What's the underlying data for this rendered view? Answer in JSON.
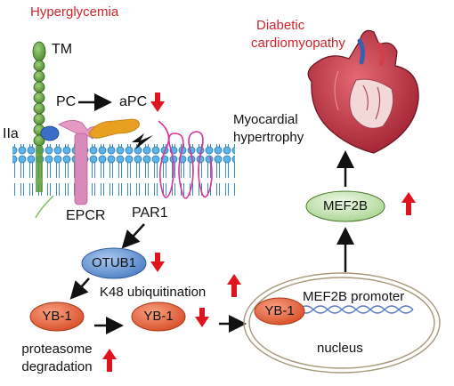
{
  "labels": {
    "hyperglycemia": "Hyperglycemia",
    "tm": "TM",
    "pc": "PC",
    "apc": "aPC",
    "iia": "IIa",
    "epcr": "EPCR",
    "par1": "PAR1",
    "otub1": "OTUB1",
    "k48": "K48 ubiquitination",
    "yb1_a": "YB-1",
    "yb1_b": "YB-1",
    "yb1_c": "YB-1",
    "proteasome_line1": "proteasome",
    "proteasome_line2": "degradation",
    "mef2b_promoter": "MEF2B promoter",
    "nucleus": "nucleus",
    "mef2b": "MEF2B",
    "myocardial_line1": "Myocardial",
    "myocardial_line2": "hypertrophy",
    "diabetic_line1": "Diabetic",
    "diabetic_line2": "cardiomyopathy"
  },
  "colors": {
    "red_text": "#d0242c",
    "red_arrow": "#e0141e",
    "membrane_head": "#4aa8e0",
    "tm_green": "#5a9a3a",
    "otub1_blue": "#5b8fd1",
    "yb1_orange": "#e8643c",
    "mef2b_green": "#c8e6b4",
    "epcr_pink": "#d98ab8",
    "apc_orange": "#e8a020",
    "par1_magenta": "#d4359a",
    "heart_red": "#b8263a"
  },
  "icons": [
    "heart-illustration",
    "dna-helix",
    "membrane-bilayer",
    "red-up-arrow",
    "red-down-arrow"
  ]
}
